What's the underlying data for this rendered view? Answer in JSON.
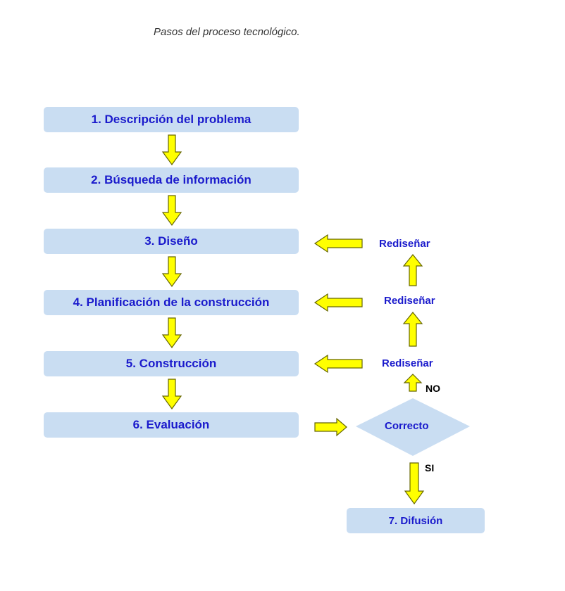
{
  "title": "Pasos del proceso tecnológico.",
  "steps": [
    "1. Descripción del problema",
    "2. Búsqueda de información",
    "3. Diseño",
    "4. Planificación de la construcción",
    "5. Construcción",
    "6. Evaluación"
  ],
  "decision": "Correcto",
  "final_step": "7. Difusión",
  "redesign": [
    "Rediseñar",
    "Rediseñar",
    "Rediseñar"
  ],
  "no_label": "NO",
  "yes_label": "SI",
  "colors": {
    "box": "#c9ddf2",
    "text": "#1a1acc",
    "arrow": "#ffff00",
    "arrow_stroke": "#666600"
  }
}
